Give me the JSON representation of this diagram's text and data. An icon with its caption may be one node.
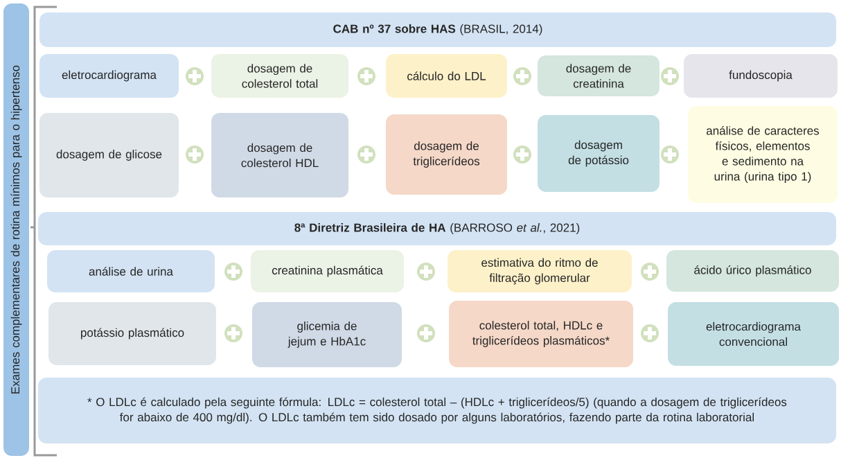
{
  "diagram": {
    "nodes": [
      {
        "text": [
          "Exames complementares de rotina mínimos para o hipertenso"
        ]
      },
      {
        "text": [
          "**CAB nº 37 sobre HAS** (BRASIL, 2014)"
        ]
      },
      {
        "text": [
          "eletrocardiograma"
        ]
      },
      {
        "text": [
          "dosagem de colesterol total"
        ]
      },
      {
        "text": [
          "cálculo do LDL"
        ]
      },
      {
        "text": [
          "dosagem de creatinina"
        ]
      },
      {
        "text": [
          "fundoscopia"
        ]
      },
      {
        "text": [
          "dosagem de glicose"
        ]
      },
      {
        "text": [
          "dosagem de colesterol HDL"
        ]
      },
      {
        "text": [
          "dosagem de triglicerídeos"
        ]
      },
      {
        "text": [
          "dosagem de potássio"
        ]
      },
      {
        "text": [
          "análise de caracteres físicos, elementos e sedimento na urina (urina tipo 1)"
        ]
      },
      {
        "text": [
          "**8ª Diretriz Brasileira de HA** (BARROSO *et al.*, 2021)"
        ]
      },
      {
        "text": [
          "análise de urina"
        ]
      },
      {
        "text": [
          "creatinina plasmática"
        ]
      },
      {
        "text": [
          "estimativa do ritmo de filtração glomerular"
        ]
      },
      {
        "text": [
          "ácido úrico plasmático"
        ]
      },
      {
        "text": [
          "potássio plasmático"
        ]
      },
      {
        "text": [
          "glicemia de jejum e HbA1c"
        ]
      },
      {
        "text": [
          "colesterol total, HDLc e triglicerídeos plasmáticos*"
        ]
      },
      {
        "text": [
          "eletrocardiograma convencional"
        ]
      },
      {
        "text": [
          "* O LDLc é calculado pela seguinte fórmula: LDLc = colesterol total – (HDLc + triglicerídeos/5) (quando a dosagem de triglicerídeos for abaixo de 400 mg/dl). O LDLc também tem sido dosado por alguns laboratórios, fazendo parte da rotina laboratorial"
        ]
      }
    ]
  }
}
